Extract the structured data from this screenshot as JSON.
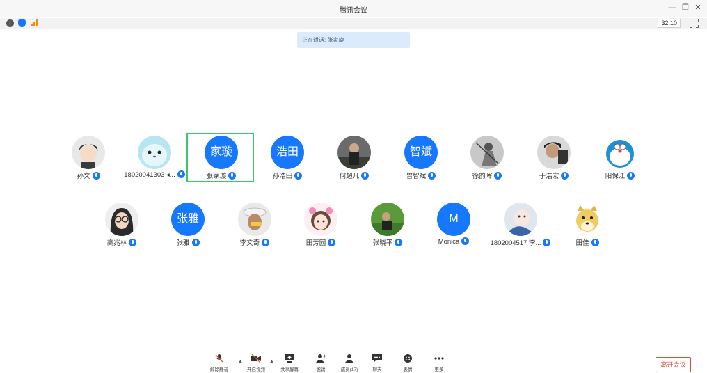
{
  "window": {
    "title": "腾讯会议"
  },
  "status": {
    "timer": "32:10"
  },
  "banner": {
    "speaking": "正在讲话: 张家旋"
  },
  "participants": [
    {
      "name": "孙文",
      "avatar_type": "photo",
      "avatar": "cartoon-boy"
    },
    {
      "name": "18020041303 ◂...",
      "avatar_type": "photo",
      "avatar": "cute-seal"
    },
    {
      "name": "张家璇",
      "avatar_type": "text",
      "avatar_text": "家璇",
      "highlighted": true
    },
    {
      "name": "孙浩田",
      "avatar_type": "text",
      "avatar_text": "浩田"
    },
    {
      "name": "何超凡",
      "avatar_type": "photo",
      "avatar": "person-outdoor"
    },
    {
      "name": "曾智斌",
      "avatar_type": "text",
      "avatar_text": "智斌"
    },
    {
      "name": "徐韵晖",
      "avatar_type": "photo",
      "avatar": "ink-figure"
    },
    {
      "name": "于浩宏",
      "avatar_type": "photo",
      "avatar": "man-photo"
    },
    {
      "name": "阳保江",
      "avatar_type": "photo",
      "avatar": "doraemon"
    },
    {
      "name": "高兆林",
      "avatar_type": "photo",
      "avatar": "girl-glasses"
    },
    {
      "name": "张雅",
      "avatar_type": "text",
      "avatar_text": "张雅"
    },
    {
      "name": "李文奇",
      "avatar_type": "photo",
      "avatar": "man-hat"
    },
    {
      "name": "田芳园",
      "avatar_type": "photo",
      "avatar": "anime-girl"
    },
    {
      "name": "张晓平",
      "avatar_type": "photo",
      "avatar": "green-outdoor"
    },
    {
      "name": "Monica",
      "avatar_type": "text",
      "avatar_text": "M"
    },
    {
      "name": "1802004517 李...",
      "avatar_type": "photo",
      "avatar": "baby-photo"
    },
    {
      "name": "田佳",
      "avatar_type": "photo",
      "avatar": "doge-meme"
    }
  ],
  "toolbar": {
    "mute": "解除静音",
    "video": "开启视频",
    "share": "共享屏幕",
    "invite": "邀请",
    "members": "成员(17)",
    "chat": "聊天",
    "reaction": "表情",
    "more": "更多",
    "leave": "离开会议"
  },
  "colors": {
    "accent": "#1677ff",
    "highlight": "#3ec46d",
    "leave": "#e04a3a",
    "banner": "#dcebfb"
  }
}
